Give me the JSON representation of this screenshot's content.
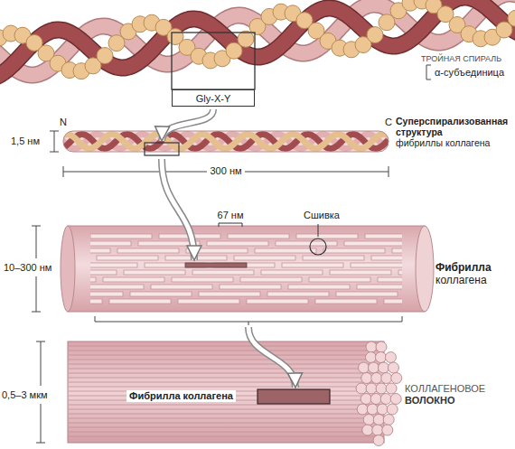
{
  "diagram": {
    "nodes": [
      {
        "text": [
          "Gly-X-Y"
        ]
      }
    ],
    "labels": [
      "ТРОЙНАЯ СПИРАЛЬ",
      "α-субъединица",
      "N",
      "C",
      "1,5 нм",
      "Суперспирализованная структура",
      "фибриллы коллагена",
      "300 нм",
      "67 нм",
      "Сшивка",
      "10–300 нм",
      "Фибрилла коллагена",
      "0,5–3 мкм",
      "Фибрилла коллагена",
      "КОЛЛАГЕНОВОЕ",
      "ВОЛОКНО"
    ]
  }
}
